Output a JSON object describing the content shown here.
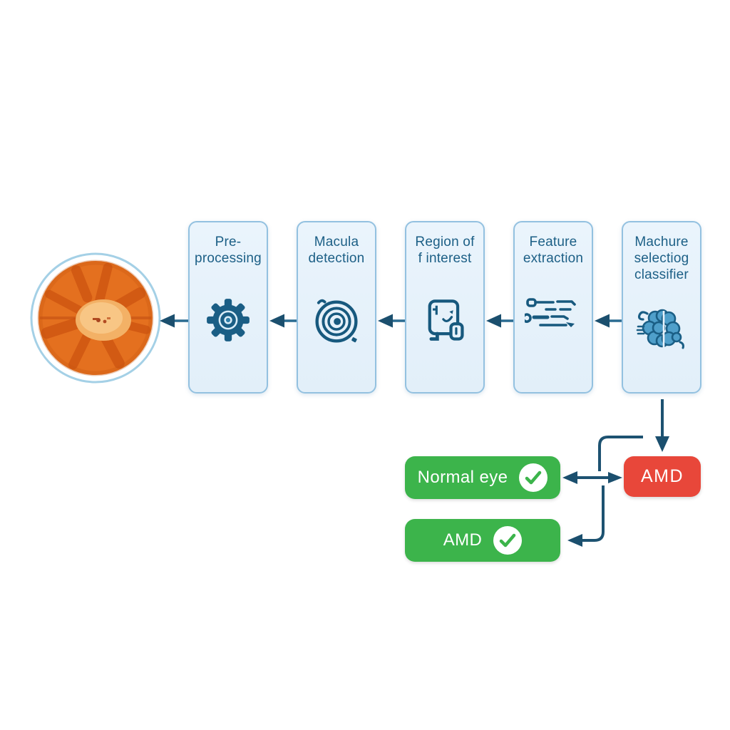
{
  "pipeline": {
    "flow_direction": "right-to-left",
    "nodes": [
      {
        "label_lines": [
          "Pre-",
          "processing"
        ],
        "icon": "gear-icon"
      },
      {
        "label_lines": [
          "Macula",
          "detection"
        ],
        "icon": "target-icon"
      },
      {
        "label_lines": [
          "Region of",
          "f interest"
        ],
        "icon": "roi-document-icon"
      },
      {
        "label_lines": [
          "Feature",
          "extraction"
        ],
        "icon": "feature-lines-icon"
      },
      {
        "label_lines": [
          "Machure",
          "selectiog",
          "classifier"
        ],
        "icon": "brain-icon"
      }
    ]
  },
  "input": {
    "icon": "retinal-fundus-image"
  },
  "outputs": {
    "amd_red": {
      "label": "AMD",
      "color": "#e8473a"
    },
    "normal_eye": {
      "label": "Normal eye",
      "icon": "check-circle-icon",
      "color": "#3cb44b"
    },
    "amd_green": {
      "label": "AMD",
      "icon": "check-circle-icon",
      "color": "#3cb44b"
    }
  },
  "colors": {
    "node_fill": "#e7f2fb",
    "node_border": "#93c1e0",
    "node_text": "#1c5f86",
    "icon_stroke": "#1a5e85",
    "arrow_line": "#2a6b91",
    "arrow_head": "#1b4f6e",
    "background": "#ffffff",
    "fundus_orange": "#e4701f",
    "fundus_ring": "#a4d0e6"
  }
}
